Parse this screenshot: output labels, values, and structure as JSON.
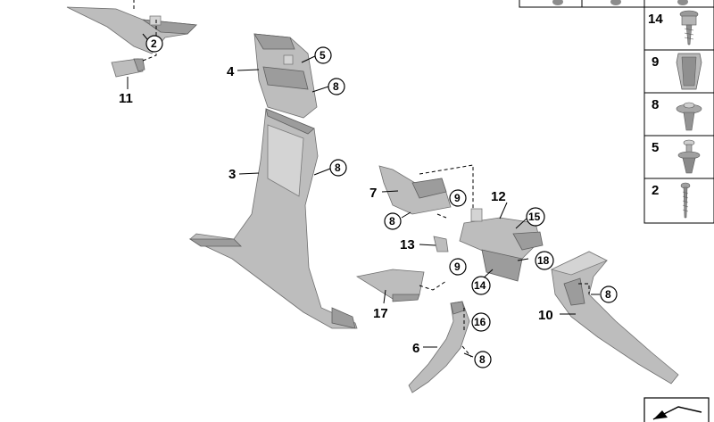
{
  "callouts": {
    "p2": "2",
    "p3": "3",
    "p4": "4",
    "p5": "5",
    "p6": "6",
    "p7": "7",
    "p8a": "8",
    "p8b": "8",
    "p8c": "8",
    "p8d": "8",
    "p8e": "8",
    "p9a": "9",
    "p9b": "9",
    "p10": "10",
    "p11": "11",
    "p12": "12",
    "p13": "13",
    "p14": "14",
    "p15": "15",
    "p16": "16",
    "p17": "17",
    "p18": "18"
  },
  "fastener_table": {
    "rows": [
      "14",
      "9",
      "8",
      "5",
      "2"
    ]
  },
  "icon": "navigation-arrow-icon"
}
